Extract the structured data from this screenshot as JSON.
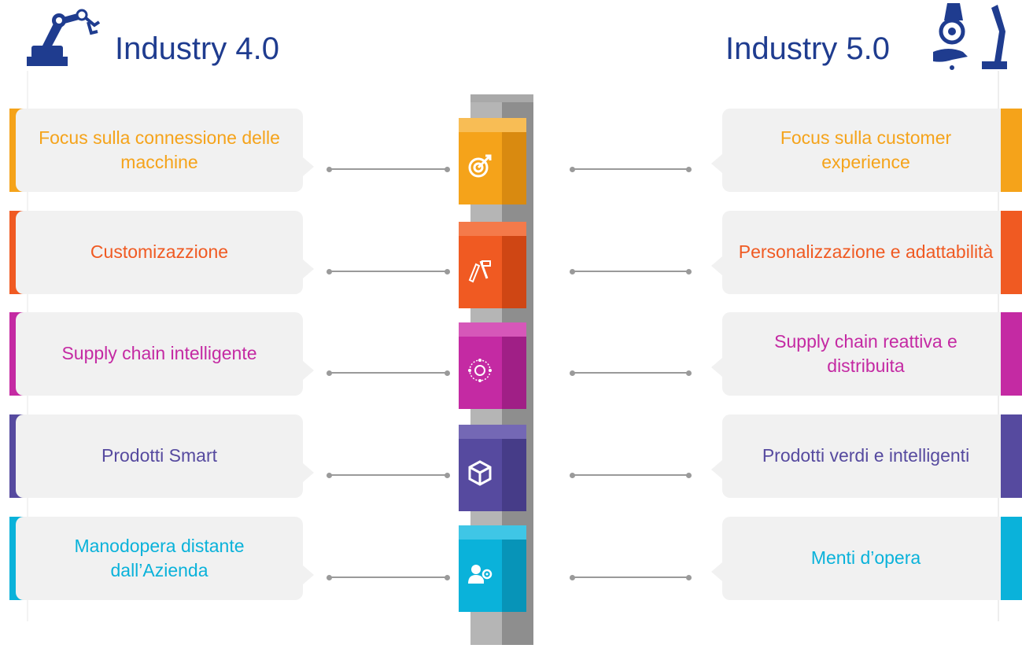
{
  "left_title": "Industry 4.0",
  "right_title": "Industry 5.0",
  "rows": [
    {
      "color": "#f5a31a",
      "dark": "#d98a10",
      "light": "#f8bd55",
      "icon": "target-icon",
      "left": "Focus sulla connessione delle macchine",
      "right": "Focus sulla customer experience"
    },
    {
      "color": "#f05a22",
      "dark": "#cf4614",
      "light": "#f47a4a",
      "icon": "design-tools-icon",
      "left": "Customizazzione",
      "right": "Personalizzazione e adattabilità"
    },
    {
      "color": "#c42aa3",
      "dark": "#a01f86",
      "light": "#d657b9",
      "icon": "network-icon",
      "left": "Supply chain intelligente",
      "right": "Supply chain reattiva e distribuita"
    },
    {
      "color": "#564a9f",
      "dark": "#463c88",
      "light": "#7468b5",
      "icon": "box-icon",
      "left": "Prodotti Smart",
      "right": "Prodotti verdi e intelligenti"
    },
    {
      "color": "#0ab2da",
      "dark": "#0794b8",
      "light": "#3fc6e6",
      "icon": "user-gear-icon",
      "left": "Manodopera distante dall’Azienda",
      "right": "Menti d’opera"
    }
  ]
}
